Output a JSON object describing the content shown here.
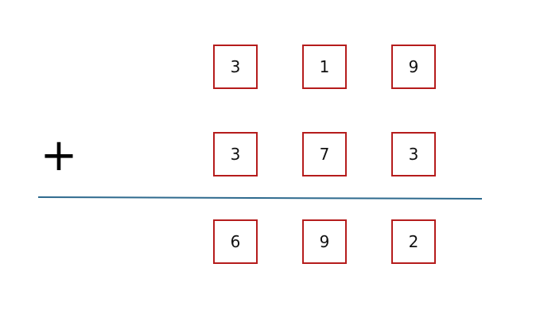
{
  "operator": "+",
  "rows": [
    {
      "role": "addend",
      "digits": [
        "3",
        "1",
        "9"
      ]
    },
    {
      "role": "addend",
      "digits": [
        "3",
        "7",
        "3"
      ]
    },
    {
      "role": "sum",
      "digits": [
        "6",
        "9",
        "2"
      ]
    }
  ],
  "colors": {
    "box_border": "#b51c1c",
    "sum_line": "#2e6a8e",
    "text": "#111111"
  }
}
